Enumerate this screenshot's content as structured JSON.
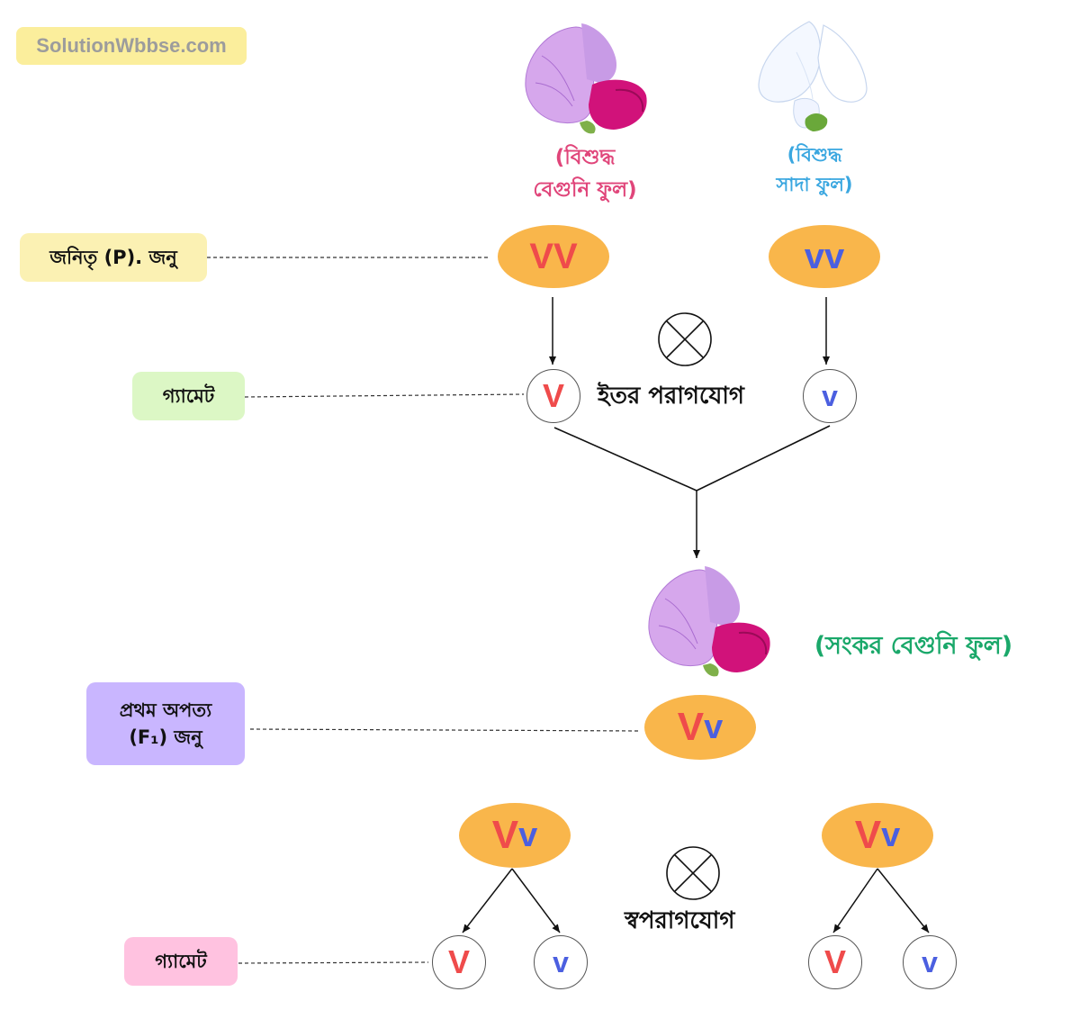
{
  "watermark": "SolutionWbbse.com",
  "labels": {
    "parent_gen": "জনিতৃ (P). জনু",
    "gamete_1": "গ্যামেট",
    "f1_line1": "প্রথম অপত্য",
    "f1_line2": "(F₁) জনু",
    "gamete_2": "গ্যামেট"
  },
  "flowers": {
    "purple_line1": "(বিশুদ্ধ",
    "purple_line2": "বেগুনি ফুল)",
    "white_line1": "(বিশুদ্ধ",
    "white_line2": "সাদা ফুল)",
    "hybrid": "(সংকর বেগুনি ফুল)"
  },
  "genotypes": {
    "parent_purple": "VV",
    "parent_white": "vv",
    "f1_upper": "V",
    "f1_lower": "v"
  },
  "alleles": {
    "dominant": "V",
    "recessive": "v"
  },
  "processes": {
    "cross_pollination": "ইতর পরাগযোগ",
    "self_pollination": "স্বপরাগযোগ"
  },
  "colors": {
    "purple_text": "#e0457a",
    "white_text": "#3aa7e0",
    "hybrid_text": "#1aa86a",
    "allele_dominant": "#ef4b4b",
    "allele_recessive": "#4b5fe0",
    "genotype_fill": "#f9b64b",
    "parent_label_bg": "#fbf1b3",
    "gamete_label_bg": "#dcf7c5",
    "f1_label_bg": "#c9b6ff",
    "gamete2_label_bg": "#ffc2e0"
  },
  "icons": [
    "cross-symbol-icon",
    "arrow-down-icon",
    "purple-pea-flower-icon",
    "white-pea-flower-icon"
  ]
}
